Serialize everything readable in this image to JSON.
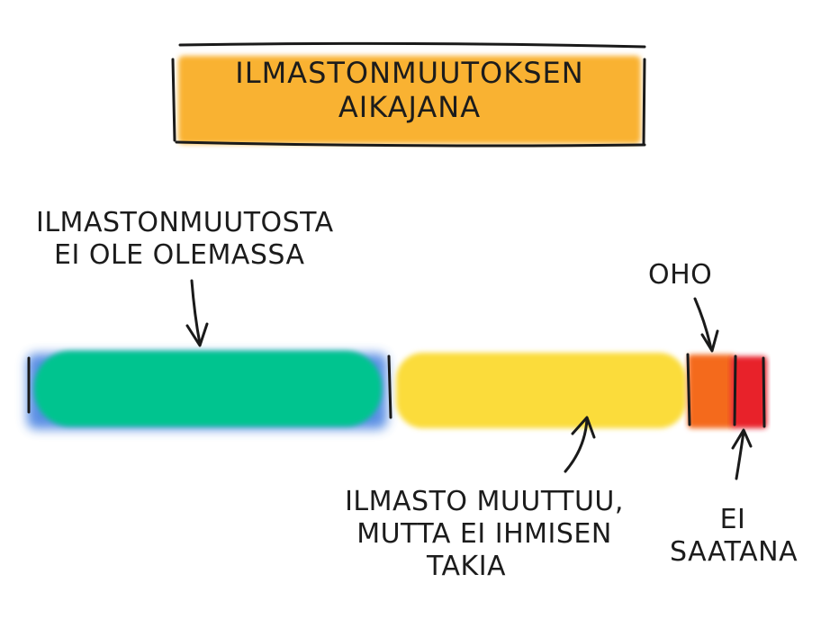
{
  "title": {
    "line1": "ILMASTONMUUTOKSEN",
    "line2": "AIKAJANA",
    "highlight_color": "#F9B233"
  },
  "segments": [
    {
      "name": "green",
      "color": "#00C48F",
      "accent": "#3D7BE0"
    },
    {
      "name": "yellow",
      "color": "#FBDC3A"
    },
    {
      "name": "orange",
      "color": "#F46A1E"
    },
    {
      "name": "red",
      "color": "#E8242C"
    }
  ],
  "annotations": {
    "green": {
      "line1": "ILMASTONMUUTOSTA",
      "line2": "EI OLE OLEMASSA"
    },
    "yellow": {
      "line1": "ILMASTO MUUTTUU,",
      "line2": "MUTTA EI IHMISEN",
      "line3": "TAKIA"
    },
    "orange": {
      "line1": "OHO"
    },
    "red": {
      "line1": "EI",
      "line2": "SAATANA"
    }
  }
}
